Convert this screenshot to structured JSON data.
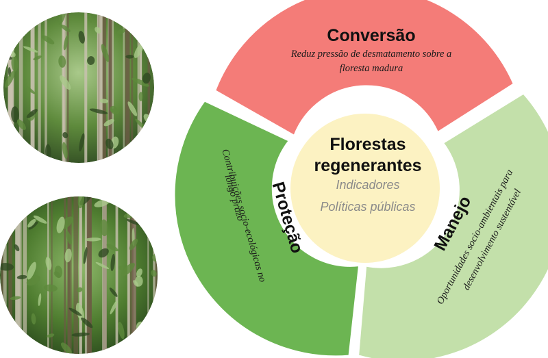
{
  "colors": {
    "conversao": "#f47c78",
    "protecao": "#6cb552",
    "manejo": "#c3e0aa",
    "center": "#fcf2c2",
    "photo_dark": "#2f4a22",
    "photo_mid": "#5e8a3c",
    "photo_light": "#a9c98a"
  },
  "photos": [
    {
      "name": "photo-forest-top",
      "icon": "forest-photo"
    },
    {
      "name": "photo-forest-bottom",
      "icon": "forest-photo"
    }
  ],
  "center": {
    "title_line1": "Florestas",
    "title_line2": "regenerantes",
    "item1": "Indicadores",
    "item2": "Políticas  públicas"
  },
  "segments": {
    "conversao": {
      "title": "Conversão",
      "line1": "Reduz pressão de desmatamento sobre a",
      "line2": "floresta madura"
    },
    "protecao": {
      "title": "Proteção",
      "line1": "Contribuições socio-ecológicas no",
      "line2": "longo prazo"
    },
    "manejo": {
      "title": "Manejo",
      "line1": "Oportunidades socio-ambientais para",
      "line2": "desenvolvimento sustentável"
    }
  }
}
